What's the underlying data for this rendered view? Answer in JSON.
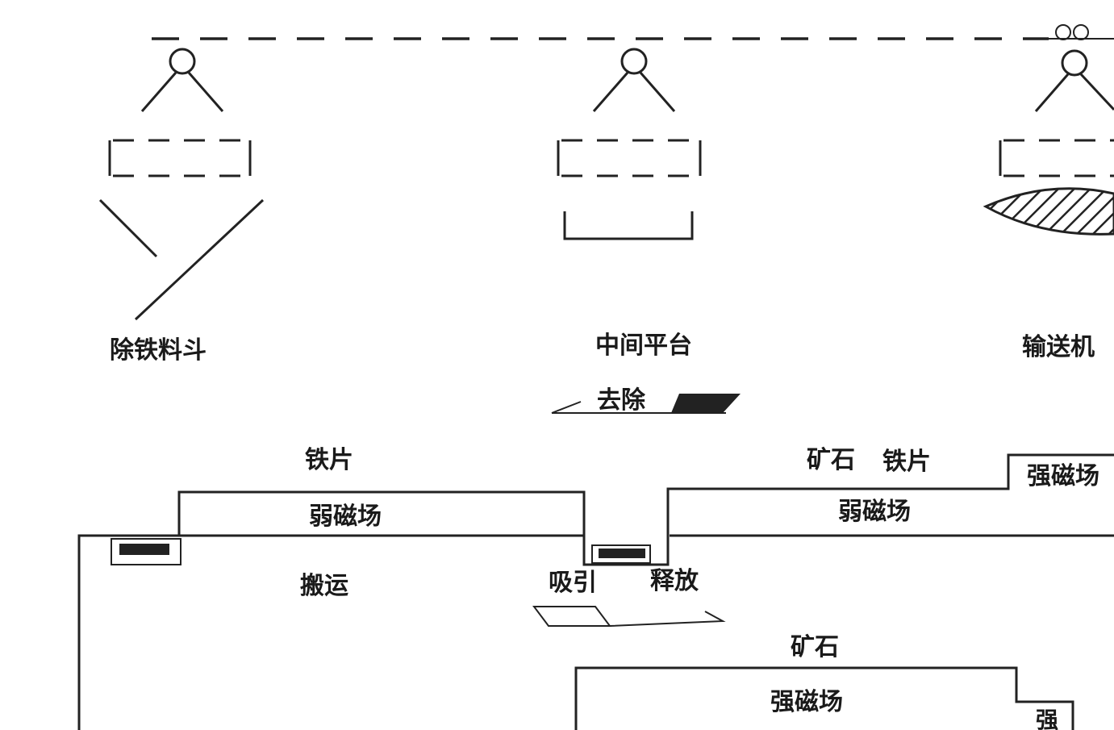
{
  "labels": {
    "hopper": "除铁料斗",
    "middle_platform": "中间平台",
    "conveyor": "输送机",
    "remove": "去除",
    "iron_piece_left": "铁片",
    "weak_magnet_left": "弱磁场",
    "transport": "搬运",
    "attract": "吸引",
    "release": "释放",
    "ore_top": "矿石",
    "iron_piece_right": "铁片",
    "weak_magnet_right": "弱磁场",
    "strong_magnet_top": "强磁场",
    "ore_bottom": "矿石",
    "strong_magnet_bottom": "强磁场",
    "corner_partial": "强"
  },
  "colors": {
    "line": "#222222",
    "hatch": "#222222",
    "background": "#ffffff"
  },
  "icons": {
    "crane_hook": "hook-icon",
    "hatched_magnet": "hatched-lens-icon",
    "pulley": "pulley-icon"
  }
}
